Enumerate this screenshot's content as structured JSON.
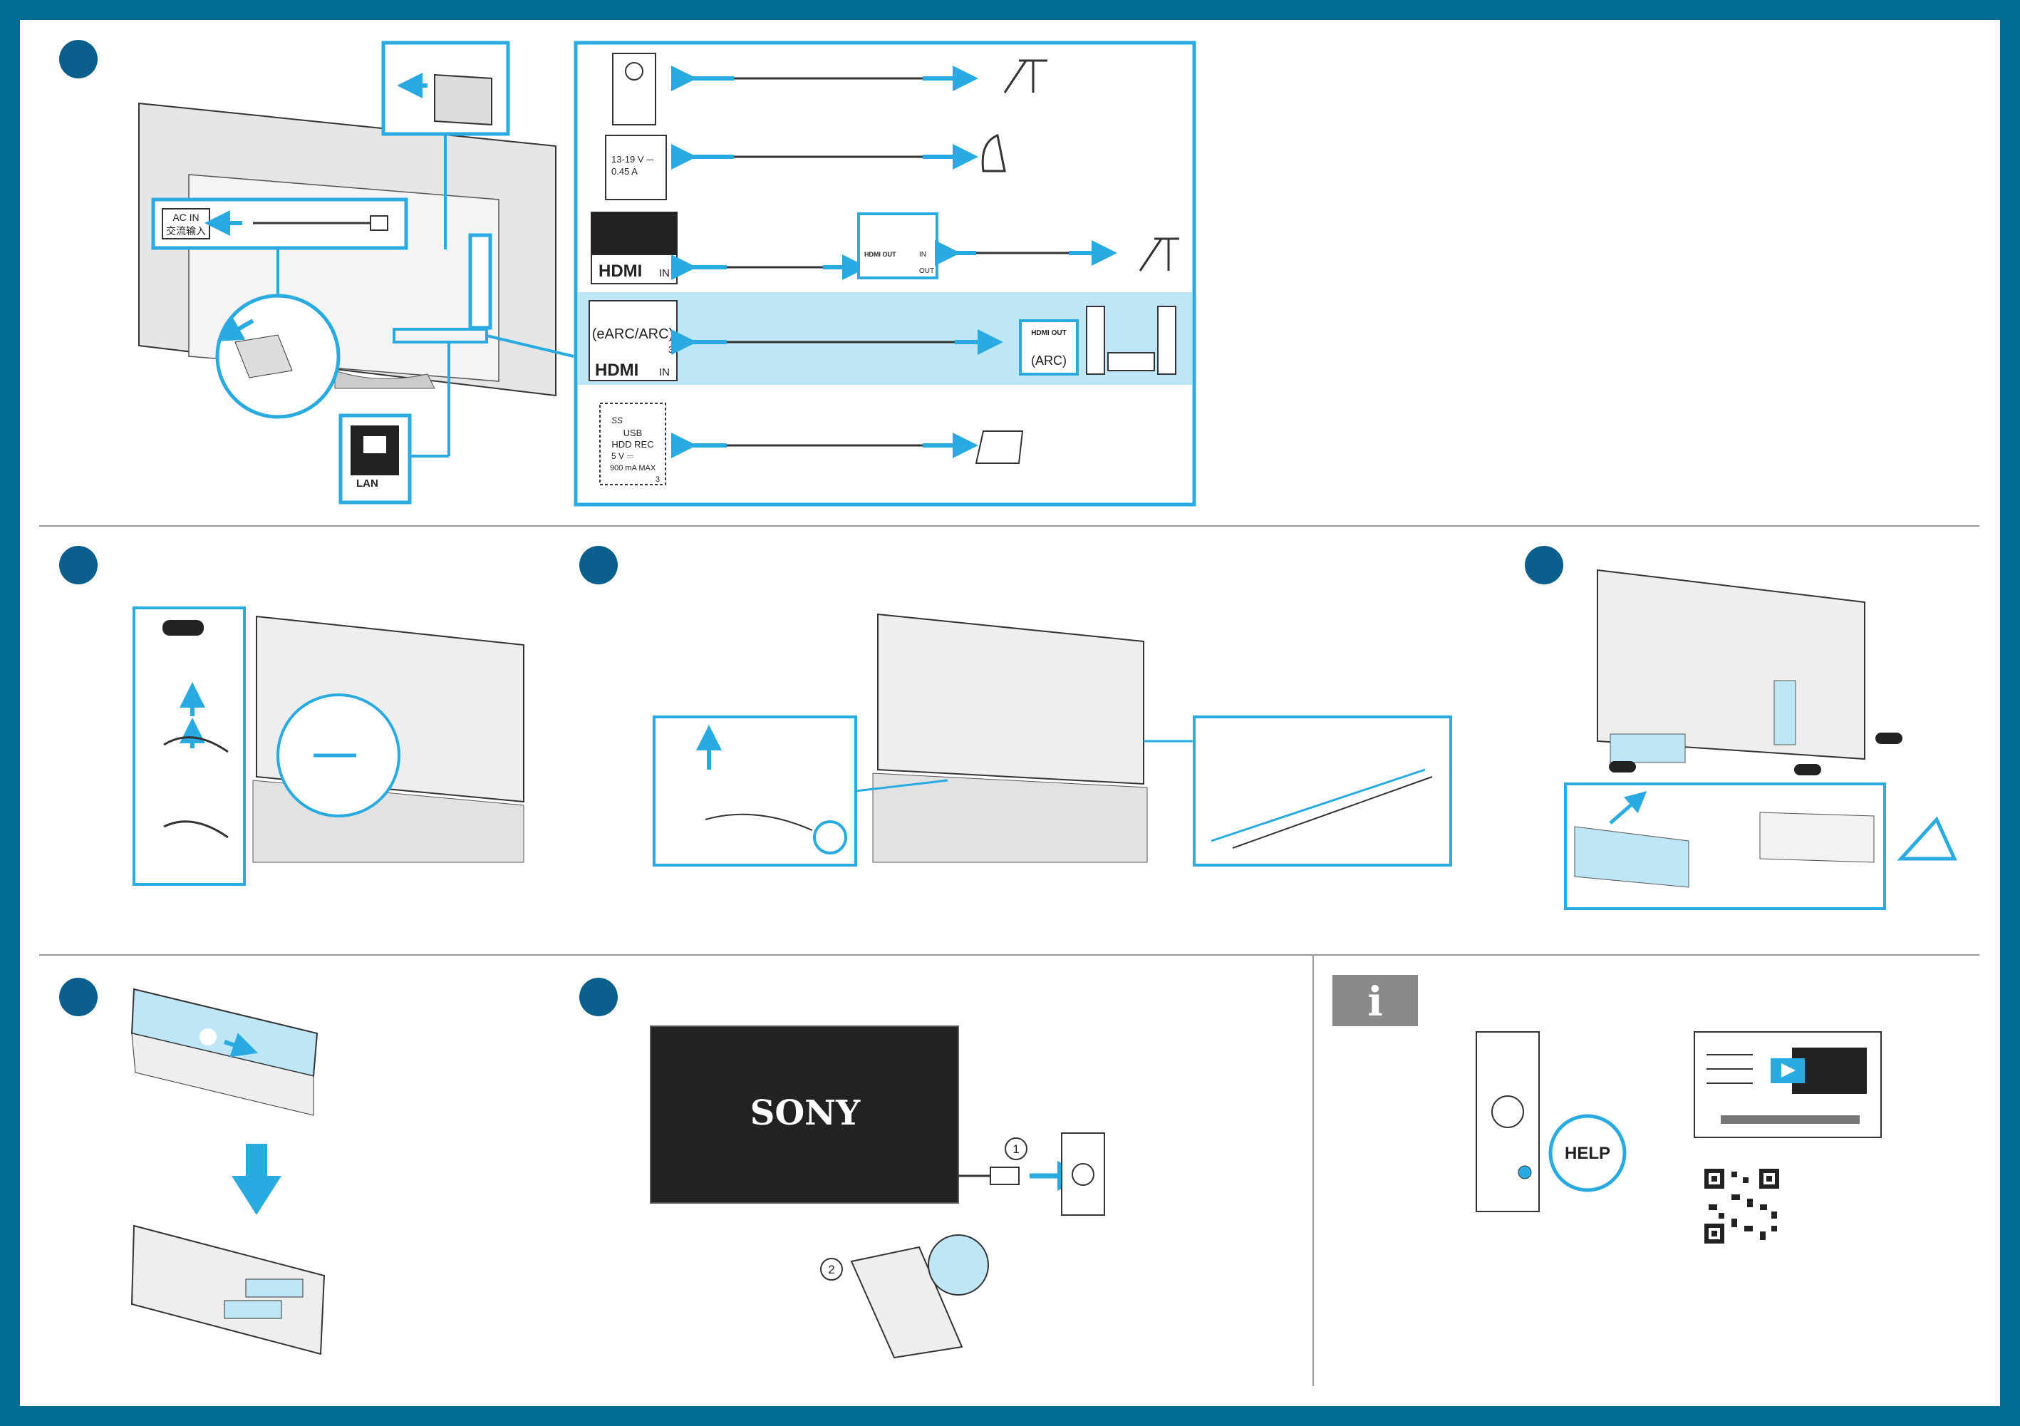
{
  "colors": {
    "border": "#006b93",
    "accent": "#29abe2",
    "highlight": "#bfe6f7",
    "step_circle": "#0a5f8c",
    "line": "#333333",
    "info_badge": "#8a8a8a"
  },
  "labels": {
    "ac_in": "AC IN",
    "ac_in_cn": "交流输入",
    "lan": "LAN",
    "lnb_voltage": "13-19 V ⎓",
    "lnb_current": "0.45 A",
    "hdmi": "HDMI",
    "hdmi_in": "IN",
    "earc": "(eARC/ARC)",
    "port_3": "3",
    "hdmi_out": "HDMI OUT",
    "arc": "(ARC)",
    "stb_in": "IN",
    "stb_out": "OUT",
    "usb_ss": "SS",
    "usb_hdd": "USB",
    "usb_hdd2": "HDD REC",
    "usb_voltage": "5 V ⎓",
    "usb_current": "900 mA MAX",
    "usb_port_3": "3",
    "brand": "SONY",
    "step_one": "1",
    "step_two": "2",
    "help": "HELP",
    "info": "i"
  },
  "icons": [
    "step-circle",
    "antenna-icon",
    "satellite-dish-icon",
    "hdd-icon",
    "warning-icon",
    "qr-code-icon",
    "play-icon",
    "remote-icon",
    "power-plug-icon",
    "wall-outlet-icon"
  ]
}
